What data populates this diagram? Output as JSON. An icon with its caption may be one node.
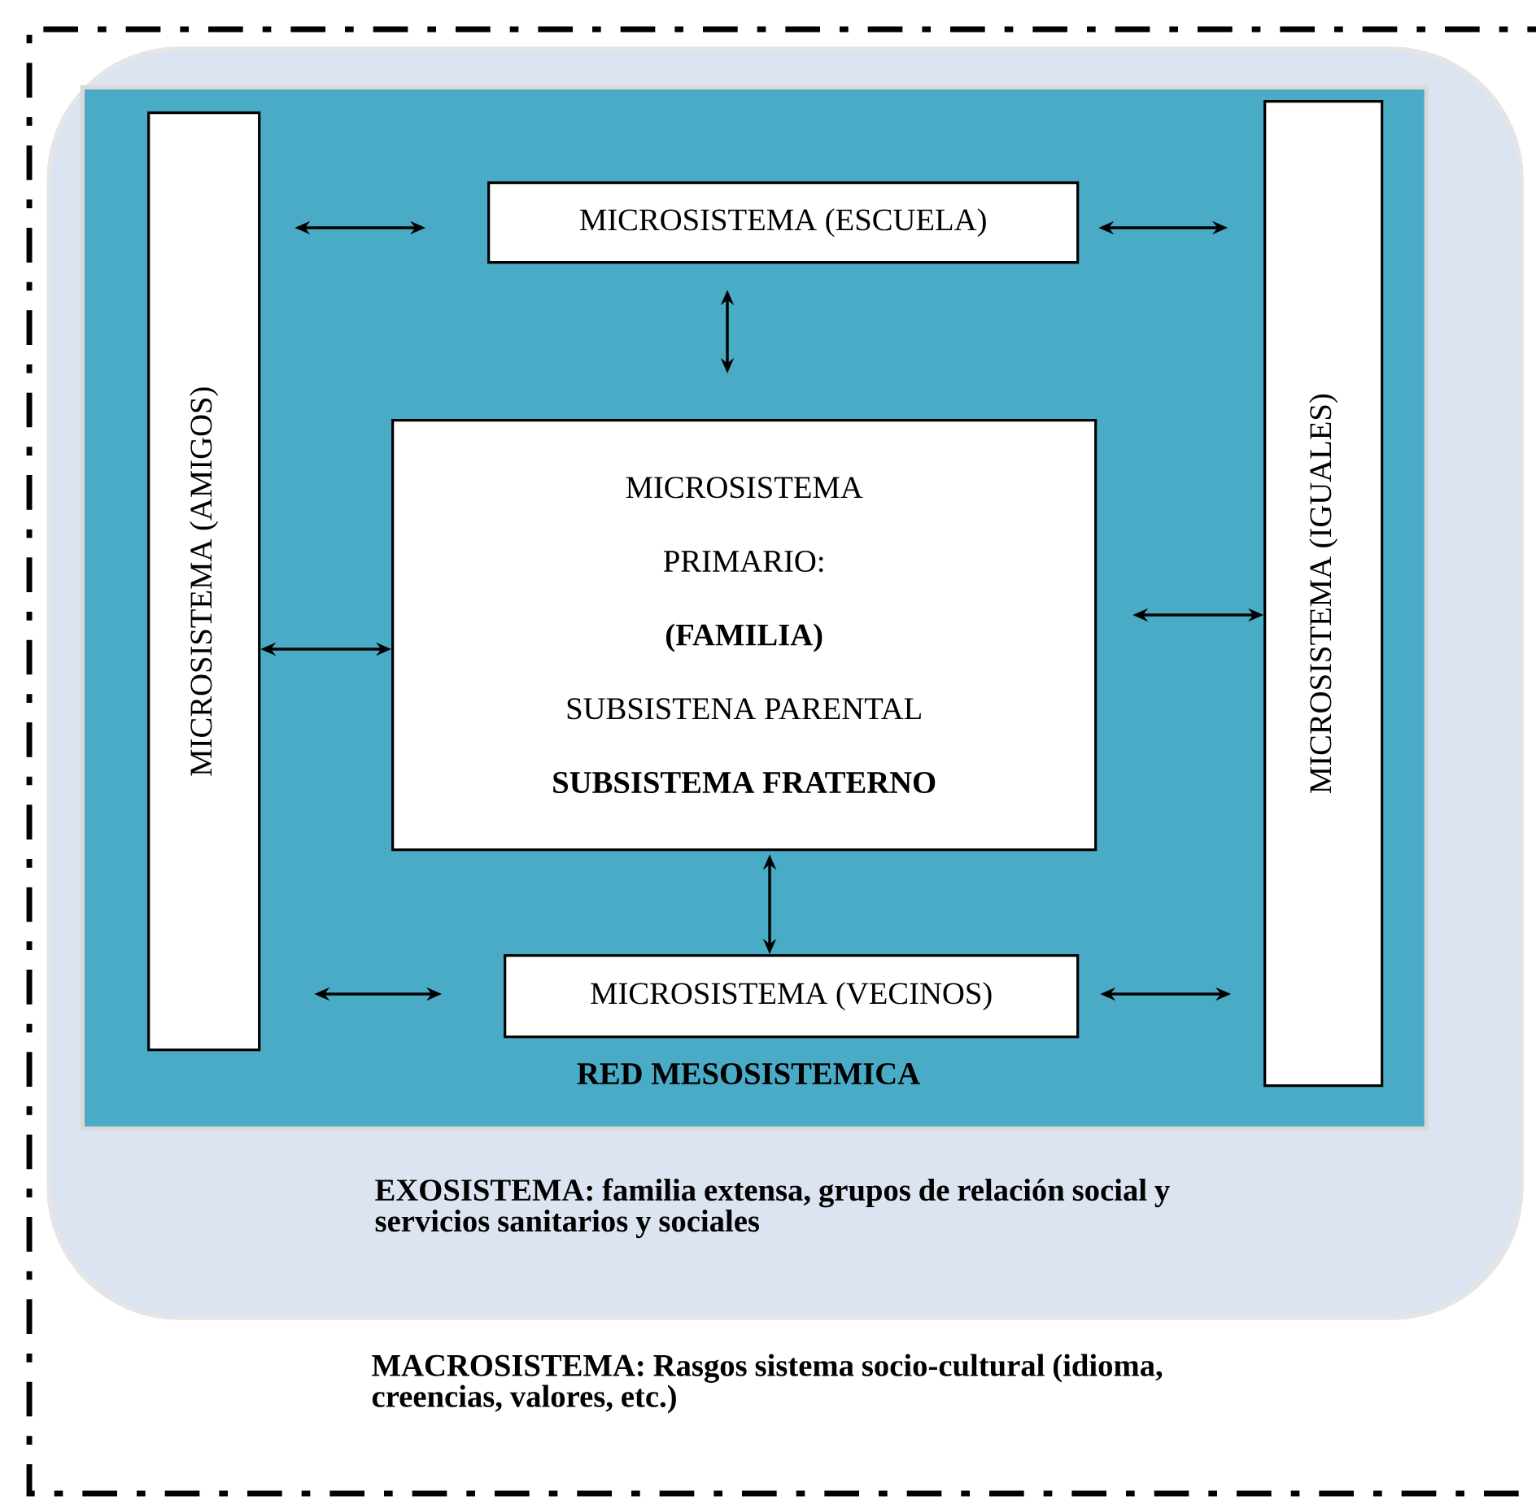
{
  "diagram": {
    "nodes": [
      {
        "text": [
          "MACROSISTEMA: Rasgos sistema socio-cultural (idioma, creencias, valores, etc.)"
        ]
      },
      {
        "text": [
          "EXOSISTEMA: familia extensa, grupos de relación social y servicios sanitarios y sociales"
        ],
        "in": 0
      },
      {
        "text": [
          "RED MESOSISTEMICA"
        ],
        "in": 1
      },
      {
        "text": [
          "MICROSISTEMA (AMIGOS)"
        ],
        "in": 2
      },
      {
        "text": [
          "MICROSISTEMA (ESCUELA)"
        ],
        "in": 2
      },
      {
        "text": [
          "MICROSISTEMA",
          "PRIMARIO:",
          "(FAMILIA)",
          "SUBSISTENA PARENTAL",
          "SUBSISTEMA FRATERNO"
        ],
        "in": 2
      },
      {
        "text": [
          "MICROSISTEMA (IGUALES)"
        ],
        "in": 2
      },
      {
        "text": [
          "MICROSISTEMA (VECINOS)"
        ],
        "in": 2
      }
    ],
    "edges": [
      {
        "from": 3,
        "to": 4,
        "arrow": "both"
      },
      {
        "from": 4,
        "to": 6,
        "arrow": "both"
      },
      {
        "from": 4,
        "to": 5,
        "arrow": "both"
      },
      {
        "from": 3,
        "to": 5,
        "arrow": "both"
      },
      {
        "from": 5,
        "to": 6,
        "arrow": "both"
      },
      {
        "from": 5,
        "to": 7,
        "arrow": "both"
      },
      {
        "from": 3,
        "to": 7,
        "arrow": "both"
      },
      {
        "from": 7,
        "to": 6,
        "arrow": "both"
      }
    ]
  }
}
